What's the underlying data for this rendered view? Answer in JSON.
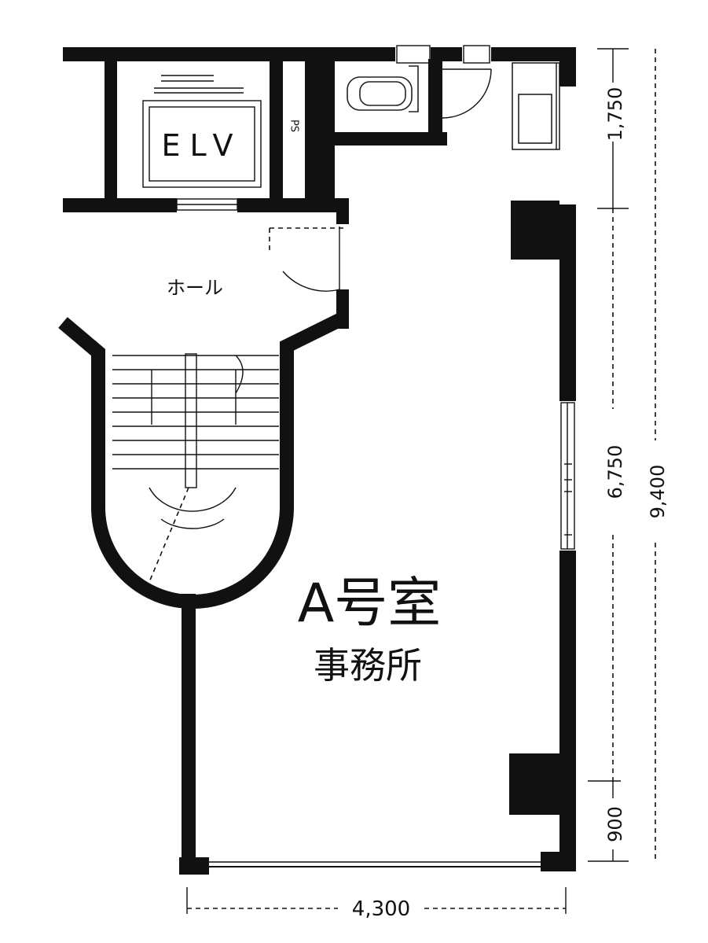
{
  "room": {
    "name": "A号室",
    "use": "事務所"
  },
  "labels": {
    "elevator": "ELV",
    "pipe_space": "PS",
    "hall": "ホール"
  },
  "dimensions": {
    "width_bottom": "4,300",
    "depth_total": "9,400",
    "segment_top": "1,750",
    "segment_middle": "6,750",
    "segment_bottom": "900"
  }
}
